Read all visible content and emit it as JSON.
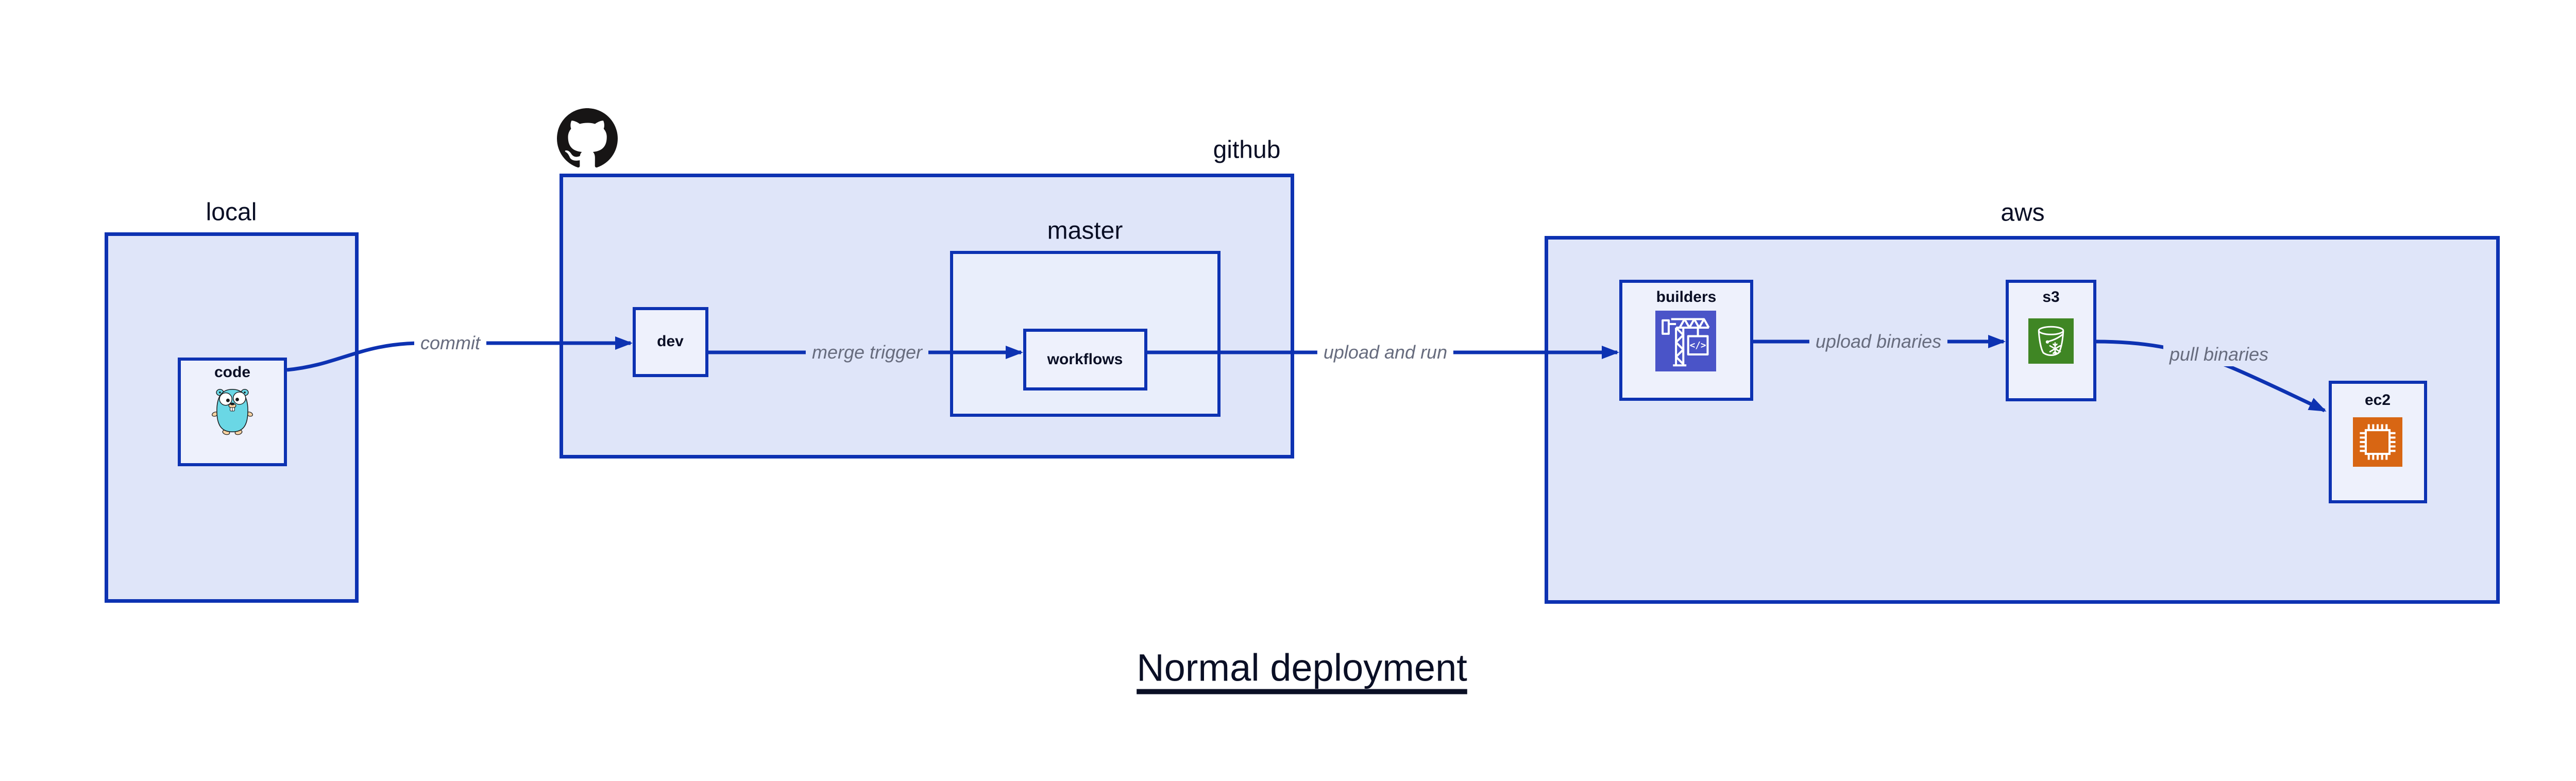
{
  "diagram": {
    "title": "Normal deployment",
    "containers": {
      "local": {
        "label": "local"
      },
      "github": {
        "label": "github",
        "icon": "github-octocat-icon"
      },
      "master": {
        "label": "master"
      },
      "aws": {
        "label": "aws"
      }
    },
    "nodes": {
      "code": {
        "label": "code",
        "icon": "go-gopher-icon"
      },
      "dev": {
        "label": "dev"
      },
      "workflows": {
        "label": "workflows"
      },
      "builders": {
        "label": "builders",
        "icon": "aws-codebuild-icon"
      },
      "s3": {
        "label": "s3",
        "icon": "aws-s3-glacier-icon"
      },
      "ec2": {
        "label": "ec2",
        "icon": "aws-ec2-icon"
      }
    },
    "edges": {
      "commit": {
        "label": "commit",
        "from": "code",
        "to": "dev"
      },
      "merge_trigger": {
        "label": "merge trigger",
        "from": "dev",
        "to": "workflows"
      },
      "upload_and_run": {
        "label": "upload and run",
        "from": "workflows",
        "to": "builders"
      },
      "upload_binaries": {
        "label": "upload binaries",
        "from": "builders",
        "to": "s3"
      },
      "pull_binaries": {
        "label": "pull binaries",
        "from": "s3",
        "to": "ec2"
      }
    },
    "colors": {
      "stroke_blue": "#0d32b2",
      "container_fill": "#dfe5f9",
      "nested_container_fill": "#e9eefb",
      "node_fill": "#eef1fc",
      "edge_label_gray": "#676c7e",
      "text_navy": "#0a0f25",
      "codebuild_purple": "#4a54c8",
      "s3_glacier_green": "#3f8624",
      "ec2_orange": "#d86613",
      "gopher_teal": "#6ad7e5",
      "octocat_black": "#171515"
    }
  }
}
